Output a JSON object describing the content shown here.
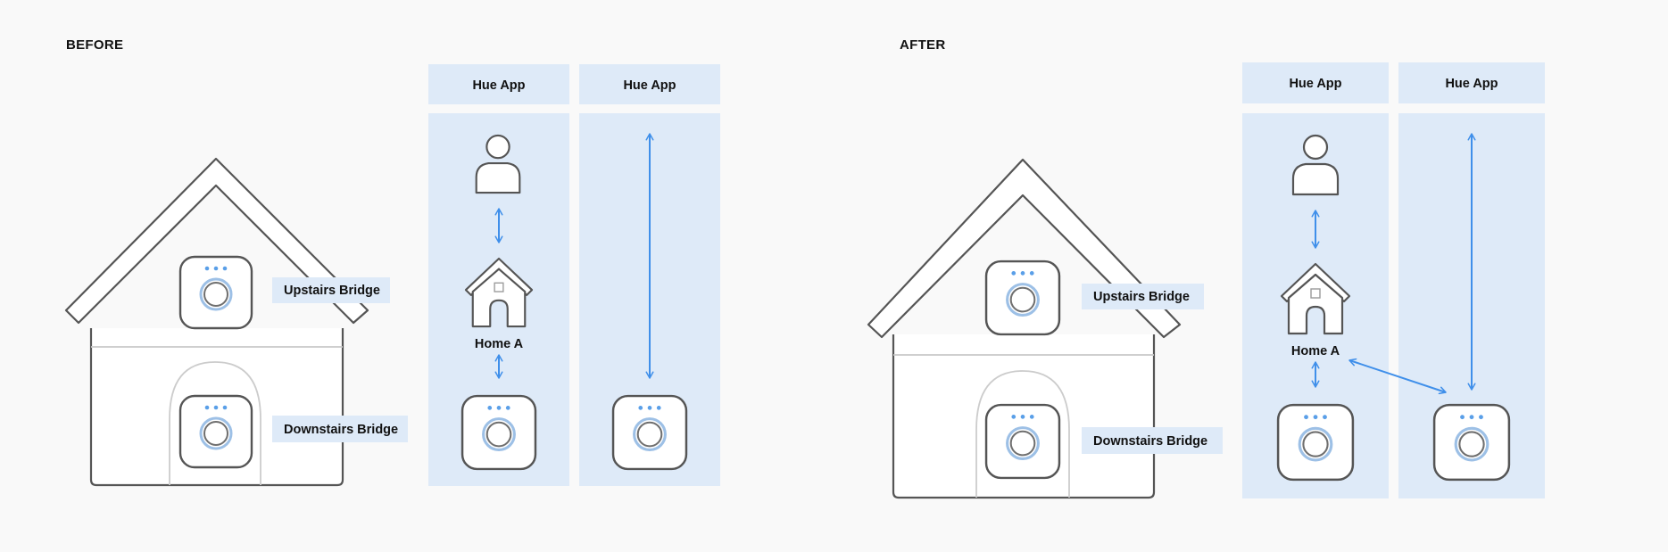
{
  "before": {
    "title": "BEFORE",
    "columns": [
      {
        "header": "Hue App"
      },
      {
        "header": "Hue App"
      }
    ],
    "upstairs_label": "Upstairs Bridge",
    "downstairs_label": "Downstairs Bridge",
    "home_label": "Home A"
  },
  "after": {
    "title": "AFTER",
    "columns": [
      {
        "header": "Hue App"
      },
      {
        "header": "Hue App"
      }
    ],
    "upstairs_label": "Upstairs Bridge",
    "downstairs_label": "Downstairs Bridge",
    "home_label": "Home A"
  },
  "colors": {
    "panel": "#deeaf8",
    "arrow": "#3f8fea",
    "outline": "#555555"
  },
  "icons": [
    "house-icon",
    "bridge-icon",
    "user-icon",
    "home-icon",
    "double-arrow-icon"
  ]
}
